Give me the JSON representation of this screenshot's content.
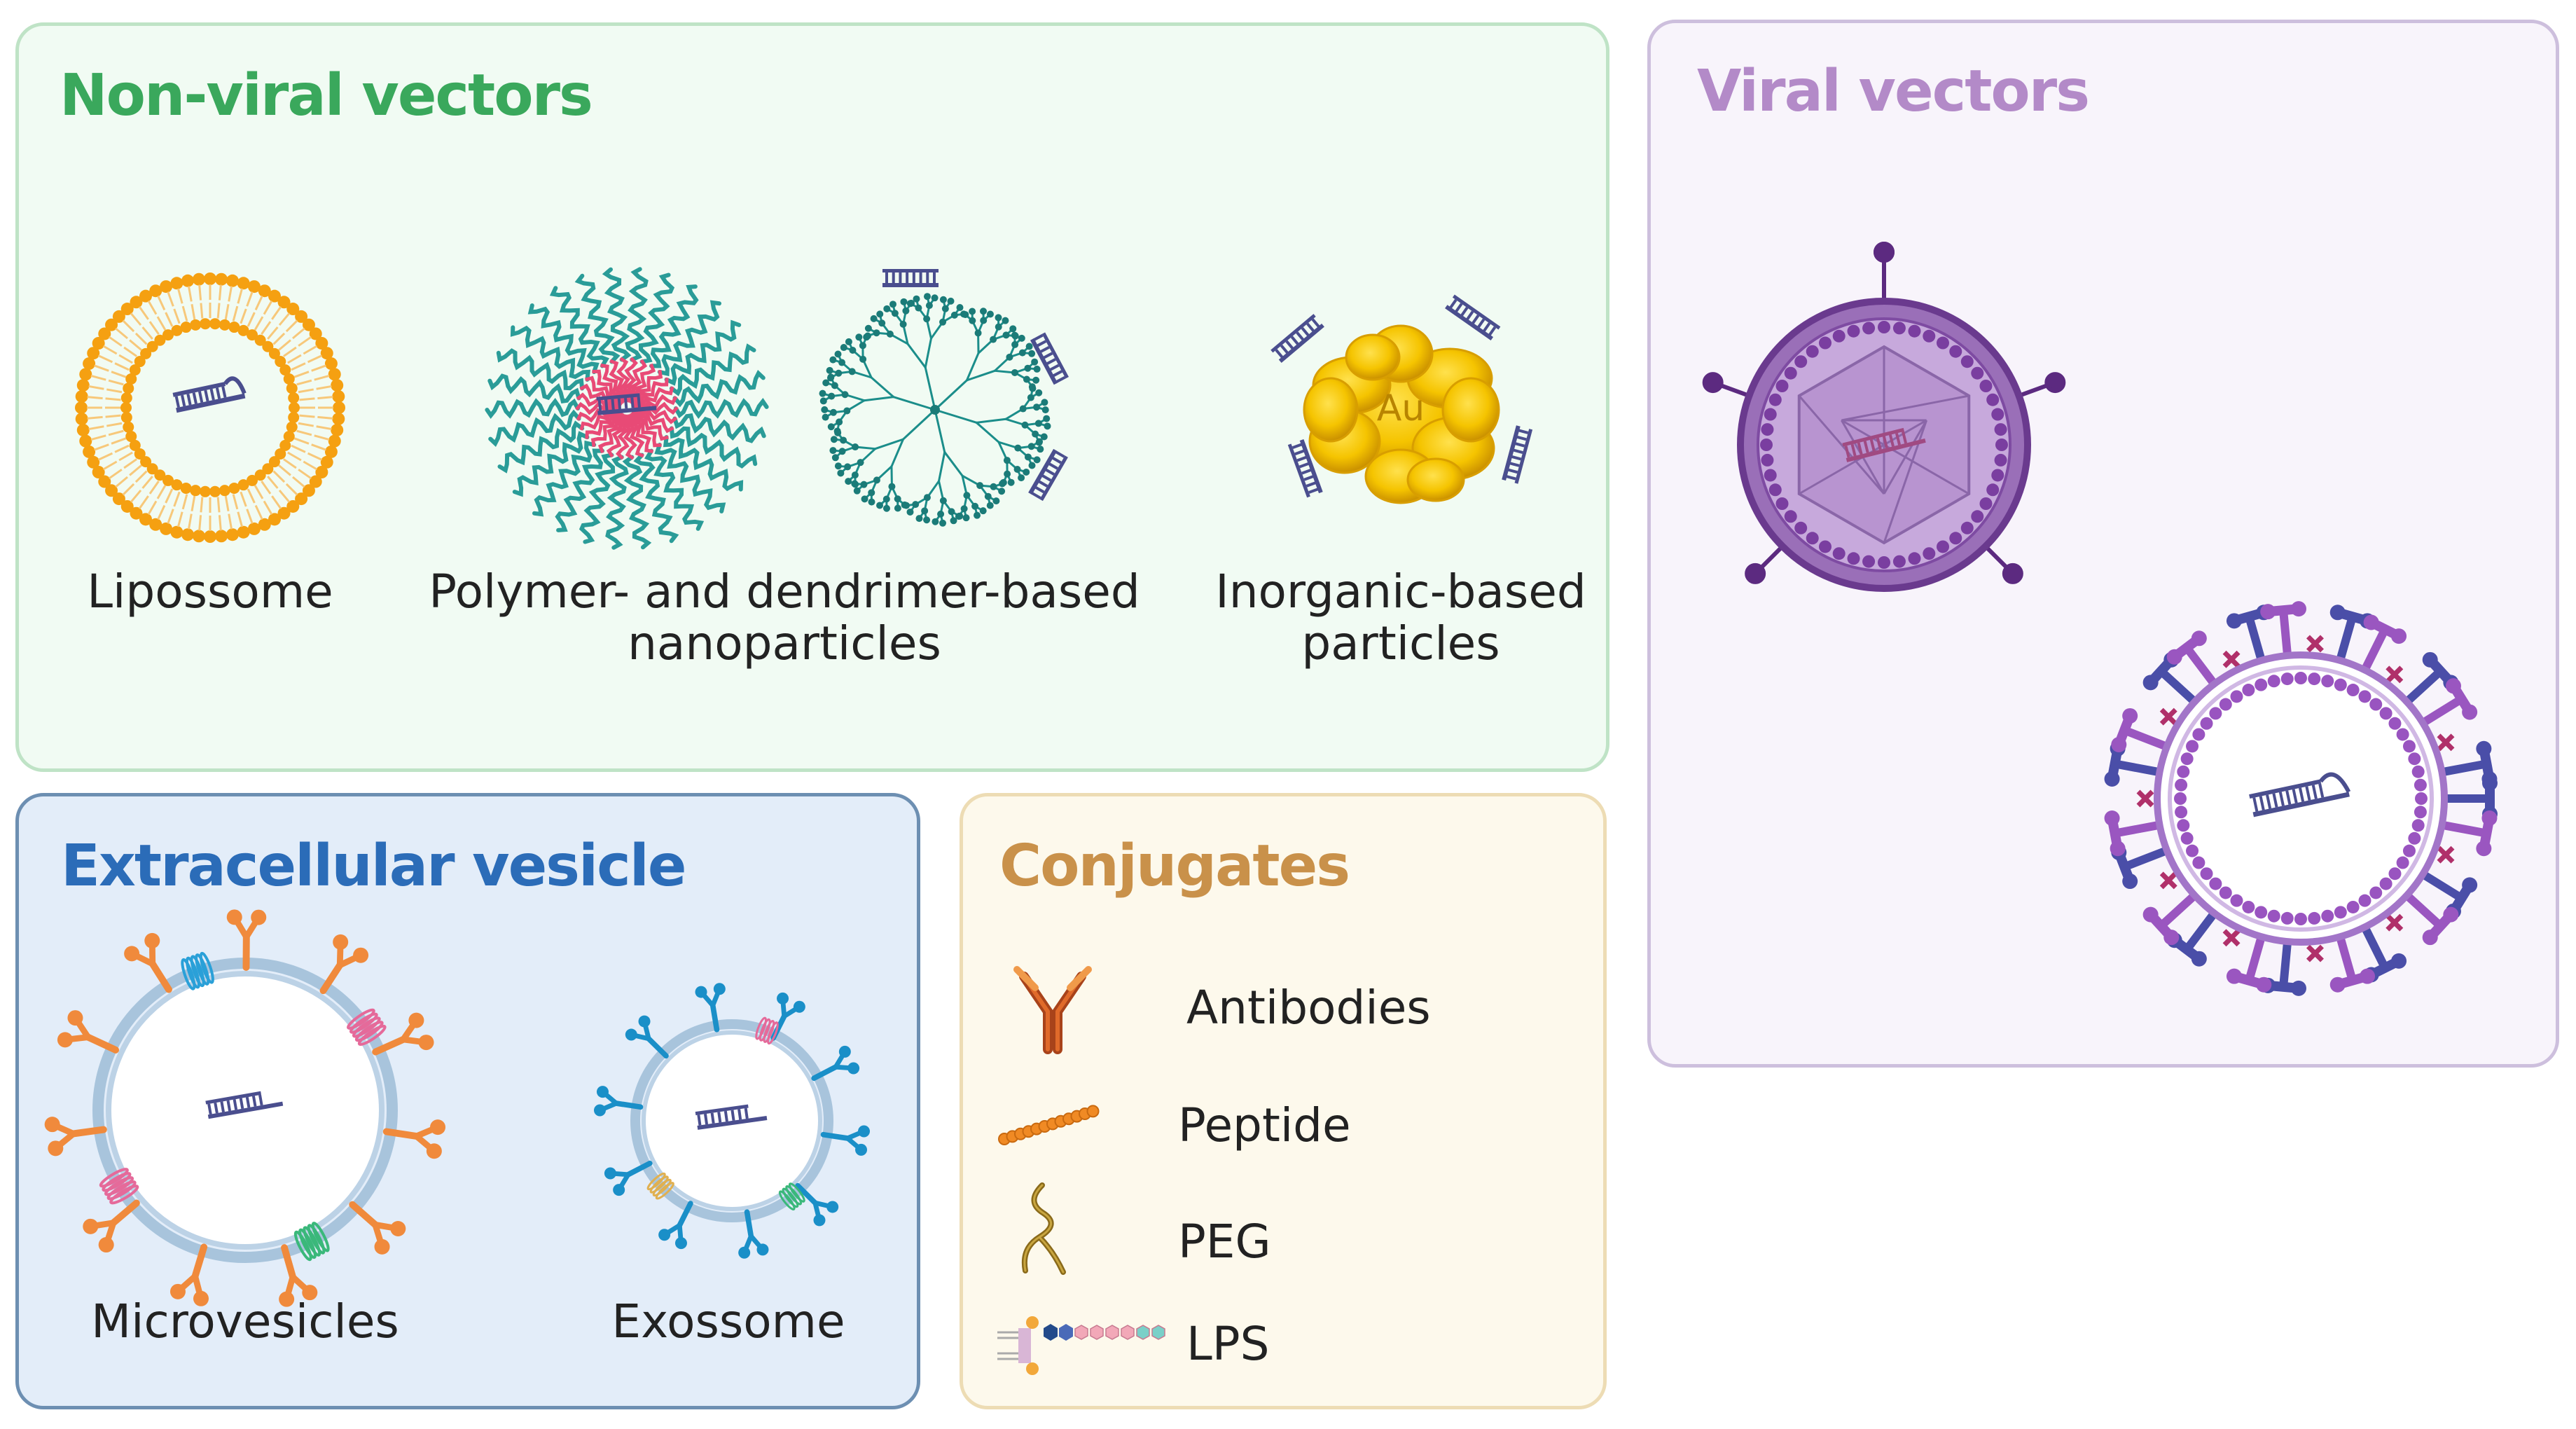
{
  "panels": {
    "nonviral": {
      "title": "Non-viral vectors",
      "liposome": "Lipossome",
      "polymer_line1": "Polymer- and dendrimer-based",
      "polymer_line2": "nanoparticles",
      "inorganic_line1": "Inorganic-based",
      "inorganic_line2": "particles",
      "gold_symbol": "Au"
    },
    "viral": {
      "title": "Viral vectors"
    },
    "ev": {
      "title": "Extracellular vesicle",
      "microvesicles": "Microvesicles",
      "exosome": "Exossome"
    },
    "conjugates": {
      "title": "Conjugates",
      "items": [
        "Antibodies",
        "Peptide",
        "PEG",
        "LPS"
      ]
    }
  },
  "colors": {
    "nonviral_bg": "#f1fbf3",
    "nonviral_border": "#bfe3c6",
    "nonviral_title": "#3aa85c",
    "viral_bg": "#f8f4fb",
    "viral_border": "#cdbfdd",
    "viral_title": "#b38ac8",
    "ev_bg": "#e3edf9",
    "ev_border": "#6d8fb2",
    "ev_title": "#2b6cb8",
    "conj_bg": "#fdf9ec",
    "conj_border": "#eddcb4",
    "conj_title": "#c9914a"
  }
}
